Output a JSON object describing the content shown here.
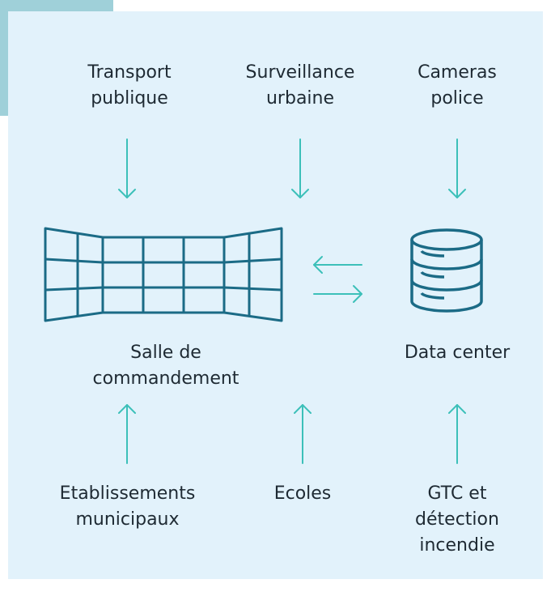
{
  "colors": {
    "accent_block": "#9fd0d9",
    "panel_background": "#e2f2fb",
    "arrow": "#3cc0b9",
    "icon": "#1b6b86",
    "text": "#1e2a33"
  },
  "sources_top": [
    {
      "label": "Transport\npublique"
    },
    {
      "label": "Surveillance\nurbaine"
    },
    {
      "label": "Cameras\npolice"
    }
  ],
  "hubs": {
    "control_room": {
      "label": "Salle de\ncommandement",
      "icon": "video-wall-icon"
    },
    "data_center": {
      "label": "Data center",
      "icon": "database-icon"
    }
  },
  "sources_bottom": [
    {
      "label": "Etablissements\nmunicipaux"
    },
    {
      "label": "Ecoles"
    },
    {
      "label": "GTC et\ndétection\nincendie"
    }
  ]
}
